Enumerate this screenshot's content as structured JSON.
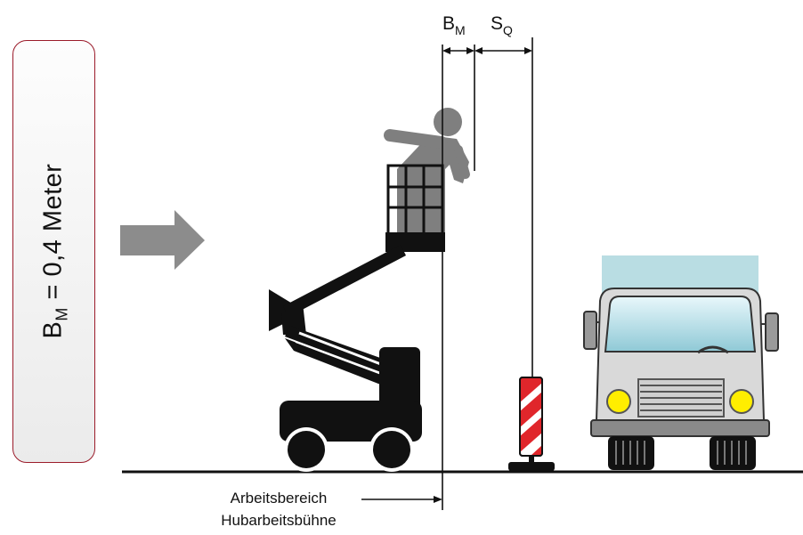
{
  "side_label": {
    "symbol": "B",
    "subscript": "M",
    "value": "= 0,4 Meter"
  },
  "dimension_bm": {
    "symbol": "B",
    "subscript": "M"
  },
  "dimension_sq": {
    "symbol": "S",
    "subscript": "Q"
  },
  "caption": {
    "line1": "Arbeitsbereich",
    "line2": "Hubarbeitsbühne"
  },
  "colors": {
    "box_border": "#9b1b2a",
    "lift_body": "#111111",
    "person": "#7f7f7f",
    "arrow": "#8c8c8c",
    "truck_box": "#b9dde3",
    "truck_cab": "#d9d9d9",
    "beacon_red": "#e0262b",
    "headlight": "#ffee00"
  }
}
